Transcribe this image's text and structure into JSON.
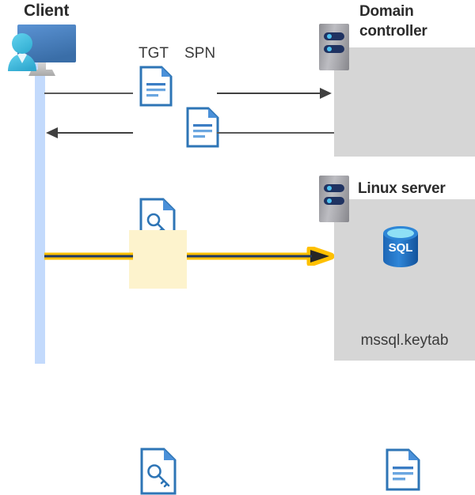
{
  "diagram": {
    "title_client": "Client",
    "title_domain_controller": "Domain controller",
    "title_linux_server": "Linux server",
    "colors": {
      "panel_gray": "#d6d6d6",
      "lifeline_blue": "#c3dafc",
      "doc_blue": "#2e75b6",
      "doc_fold_blue": "#2e75b6",
      "arrow_dark": "#404040",
      "arrow_gold": "#ffc000",
      "arrow_navy": "#1f3864",
      "highlight_yellow": "#fdf3cd",
      "sql_blue": "#1b6ec2",
      "monitor_blue": "#4a86c8",
      "person_cyan": "#4ec3e0",
      "cert_gold": "#ffd233",
      "cert_red": "#c00000"
    },
    "actors": [
      {
        "name": "client",
        "label": "Client"
      },
      {
        "name": "domain-controller",
        "label": "Domain controller"
      },
      {
        "name": "linux-server",
        "label": "Linux server"
      }
    ],
    "messages": [
      {
        "name": "request-tgt-spn",
        "direction": "right",
        "from": "client",
        "to": "domain-controller",
        "payload_labels": [
          "TGT",
          "SPN"
        ],
        "payload_icons": [
          "document-icon",
          "document-icon"
        ]
      },
      {
        "name": "response-service-ticket",
        "direction": "left",
        "from": "domain-controller",
        "to": "client",
        "payload_labels": [],
        "payload_icons": [
          "key-document-icon"
        ]
      },
      {
        "name": "present-service-ticket",
        "direction": "right",
        "from": "client",
        "to": "linux-server",
        "highlighted": true,
        "payload_labels": [],
        "payload_icons": [
          "key-document-icon"
        ]
      }
    ],
    "labels": {
      "tgt": "TGT",
      "spn": "SPN",
      "keytab_file": "mssql.keytab",
      "sql_badge": "SQL"
    },
    "domain_controller_contents": [
      {
        "name": "certificate-icon",
        "label": ""
      }
    ],
    "linux_server_contents": [
      {
        "name": "sql-database-icon",
        "label": "SQL"
      },
      {
        "name": "keytab-document-icon",
        "label": "mssql.keytab"
      }
    ]
  }
}
